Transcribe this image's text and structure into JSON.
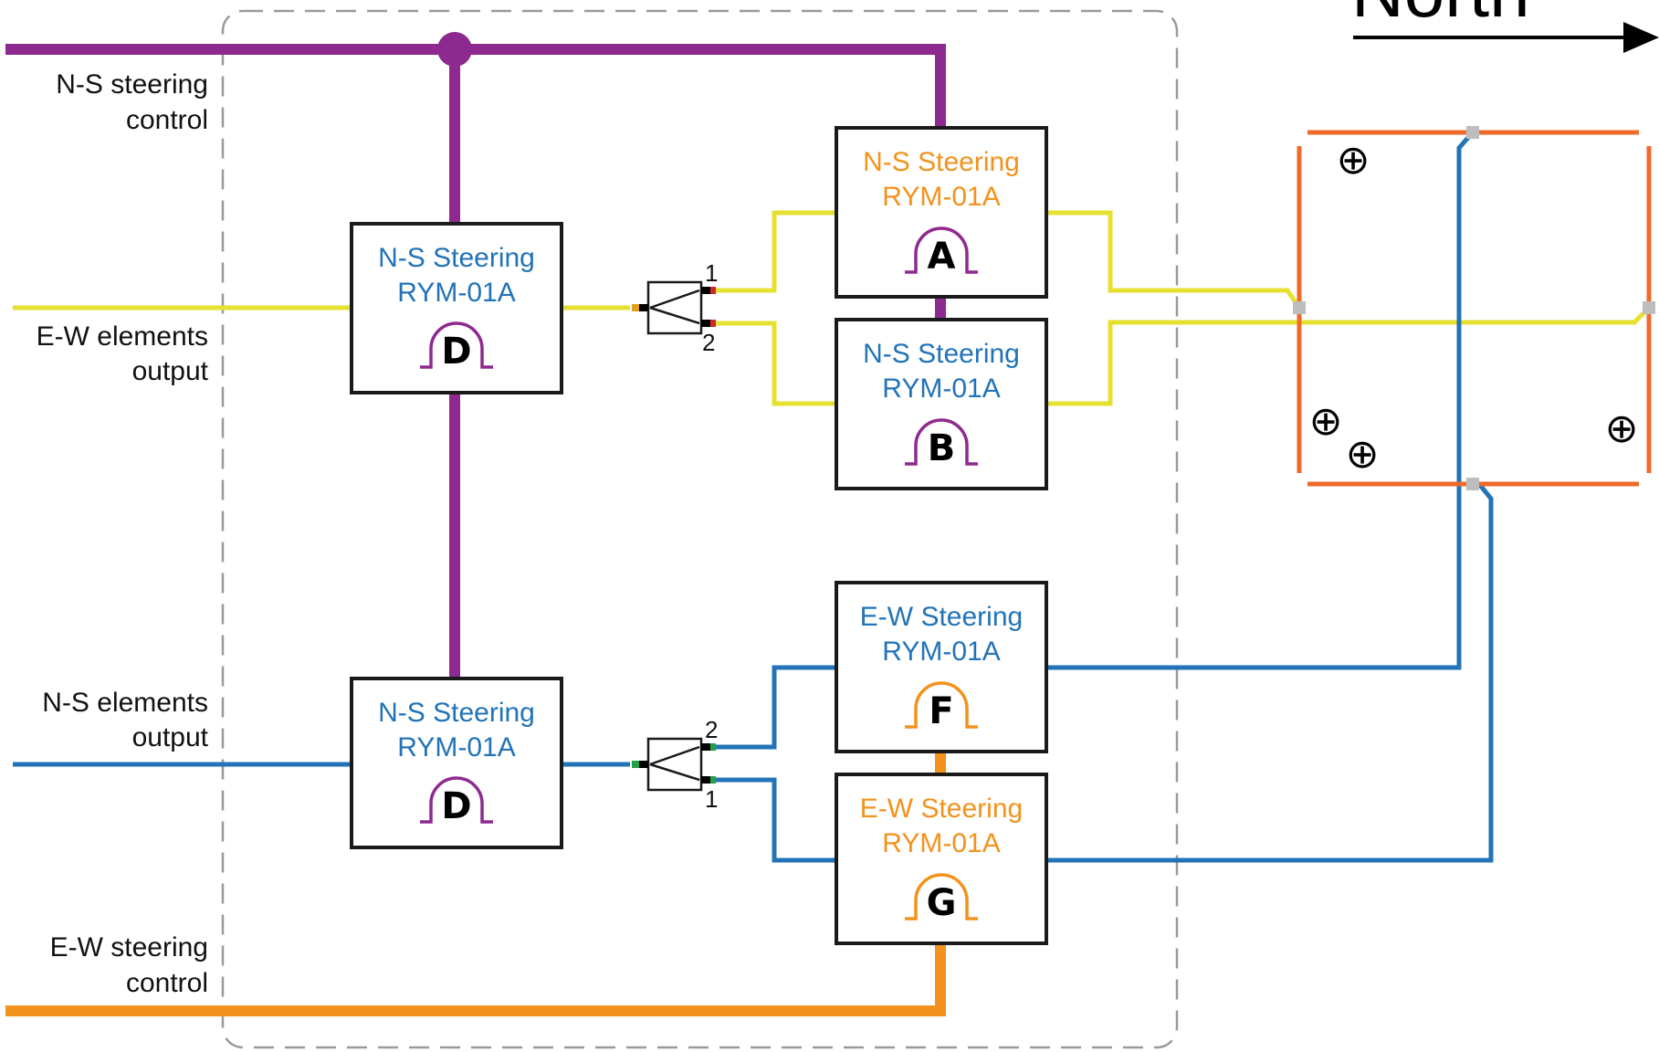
{
  "colors": {
    "purple": "#8e2a8f",
    "yellow": "#e6e030",
    "blue": "#2273b8",
    "orange": "#f3921c",
    "red_orange": "#ee6a2a",
    "gray_dash": "#9a9a9a",
    "junction_gray": "#bdbdbd"
  },
  "labels": {
    "ns_control_line1": "N-S steering",
    "ns_control_line2": "control",
    "ew_output_line1": "E-W elements",
    "ew_output_line2": "output",
    "ns_output_line1": "N-S elements",
    "ns_output_line2": "output",
    "ew_control_line1": "E-W steering",
    "ew_control_line2": "control",
    "north": "North"
  },
  "boxes": {
    "d_top": {
      "title1": "N-S Steering",
      "title2": "RYM-01A",
      "letter": "D",
      "title_color": "blue",
      "icon_color": "purple"
    },
    "a": {
      "title1": "N-S Steering",
      "title2": "RYM-01A",
      "letter": "A",
      "title_color": "orange",
      "icon_color": "purple"
    },
    "b": {
      "title1": "N-S Steering",
      "title2": "RYM-01A",
      "letter": "B",
      "title_color": "blue",
      "icon_color": "purple"
    },
    "d_bottom": {
      "title1": "N-S Steering",
      "title2": "RYM-01A",
      "letter": "D",
      "title_color": "blue",
      "icon_color": "purple"
    },
    "f": {
      "title1": "E-W Steering",
      "title2": "RYM-01A",
      "letter": "F",
      "title_color": "blue",
      "icon_color": "orange"
    },
    "g": {
      "title1": "E-W Steering",
      "title2": "RYM-01A",
      "letter": "G",
      "title_color": "orange",
      "icon_color": "orange"
    }
  },
  "splitters": {
    "top": {
      "port_upper": "1",
      "port_lower": "2"
    },
    "bottom": {
      "port_upper": "2",
      "port_lower": "1"
    }
  },
  "element_symbols": [
    "⊕",
    "⊕",
    "⊕",
    "⊕"
  ]
}
